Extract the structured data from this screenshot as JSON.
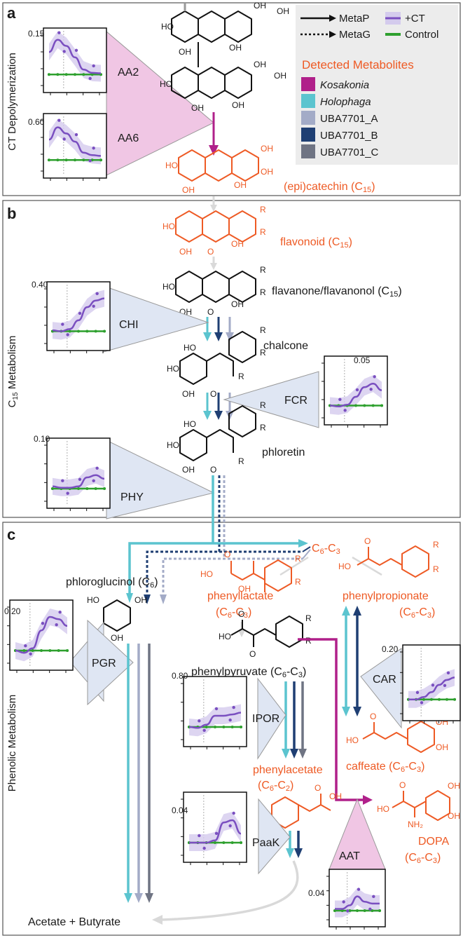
{
  "colors": {
    "kosakonia": "#b0208a",
    "holophaga": "#5bc4cf",
    "uba_a": "#a3abc7",
    "uba_b": "#1f3f73",
    "uba_c": "#6f7483",
    "ct": "#7a4fc0",
    "ct_band": "#d4cbed",
    "control": "#2ea02e",
    "metabolite": "#ee5a24",
    "gray_arrow": "#d9d9d9",
    "blue_tri": "#dfe6f3",
    "pink_tri": "#f0c6e4",
    "legend_bg": "#ececec"
  },
  "panels": {
    "a": {
      "letter": "a",
      "axis_label": "CT Depolymerization"
    },
    "b": {
      "letter": "b",
      "axis_label_pre": "C",
      "axis_label_sub": "15",
      "axis_label_post": " Metabolism"
    },
    "c": {
      "letter": "c",
      "axis_label": "Phenolic  Metabolism"
    }
  },
  "legend": {
    "metap": "MetaP",
    "metag": "MetaG",
    "ct": "+CT",
    "control": "Control",
    "detected_title": "Detected Metabolites",
    "taxa": [
      {
        "name": "Kosakonia",
        "italic": true,
        "color_key": "kosakonia"
      },
      {
        "name": "Holophaga",
        "italic": true,
        "color_key": "holophaga"
      },
      {
        "name": "UBA7701_A",
        "italic": false,
        "color_key": "uba_a"
      },
      {
        "name": "UBA7701_B",
        "italic": false,
        "color_key": "uba_b"
      },
      {
        "name": "UBA7701_C",
        "italic": false,
        "color_key": "uba_c"
      }
    ]
  },
  "enzymes": {
    "aa2": "AA2",
    "aa6": "AA6",
    "chi": "CHI",
    "fcr": "FCR",
    "phy": "PHY",
    "pgr": "PGR",
    "ipor": "IPOR",
    "paak": "PaaK",
    "car": "CAR",
    "aat": "AAT"
  },
  "plots": {
    "aa2": {
      "ymax": "0.15"
    },
    "aa6": {
      "ymax": "0.60"
    },
    "chi": {
      "ymax": "0.40"
    },
    "fcr": {
      "ymax": "0.05"
    },
    "phy": {
      "ymax": "0.10"
    },
    "pgr": {
      "ymax": "0.20"
    },
    "ipor": {
      "ymax": "0.80"
    },
    "paak": {
      "ymax": "0.04"
    },
    "car": {
      "ymax": "0.20"
    },
    "aat": {
      "ymax": "0.04"
    }
  },
  "metabolites": {
    "epicatechin": {
      "name": "(epi)catechin (C",
      "sub": "15",
      "close": ")"
    },
    "flavonoid": {
      "name": "flavonoid (C",
      "sub": "15",
      "close": ")"
    },
    "flavanone": {
      "name": "flavanone/flavanonol (C",
      "sub": "15",
      "close": ")"
    },
    "chalcone": {
      "name": "chalcone"
    },
    "phloretin": {
      "name": "phloretin"
    },
    "c6c3_top": {
      "a": "C",
      "s1": "6",
      "b": "-C",
      "s2": "3"
    },
    "phloroglucinol": {
      "name": "phloroglucinol (C",
      "sub": "6",
      "close": ")"
    },
    "phenyllactate": {
      "name": "phenyllactate",
      "a": "(C",
      "s1": "6",
      "b": "-C",
      "s2": "3",
      "close": ")"
    },
    "phenylpropionate": {
      "name": "phenylpropionate",
      "a": "(C",
      "s1": "6",
      "b": "-C",
      "s2": "3",
      "close": ")"
    },
    "phenylpyruvate": {
      "name": "phenylpyruvate (C",
      "s1": "6",
      "b": "-C",
      "s2": "3",
      "close": ")"
    },
    "phenylacetate": {
      "name": "phenylacetate",
      "a": "(C",
      "s1": "6",
      "b": "-C",
      "s2": "2",
      "close": ")"
    },
    "caffeate": {
      "name": "caffeate (C",
      "s1": "6",
      "b": "-C",
      "s2": "3",
      "close": ")"
    },
    "dopa": {
      "name": "DOPA",
      "a": "(C",
      "s1": "6",
      "b": "-C",
      "s2": "3",
      "close": ")"
    },
    "acetate": {
      "name": "Acetate + Butyrate"
    }
  },
  "atoms": {
    "ho": "HO",
    "oh": "OH",
    "o": "O",
    "r": "R",
    "nh2": "NH₂"
  }
}
